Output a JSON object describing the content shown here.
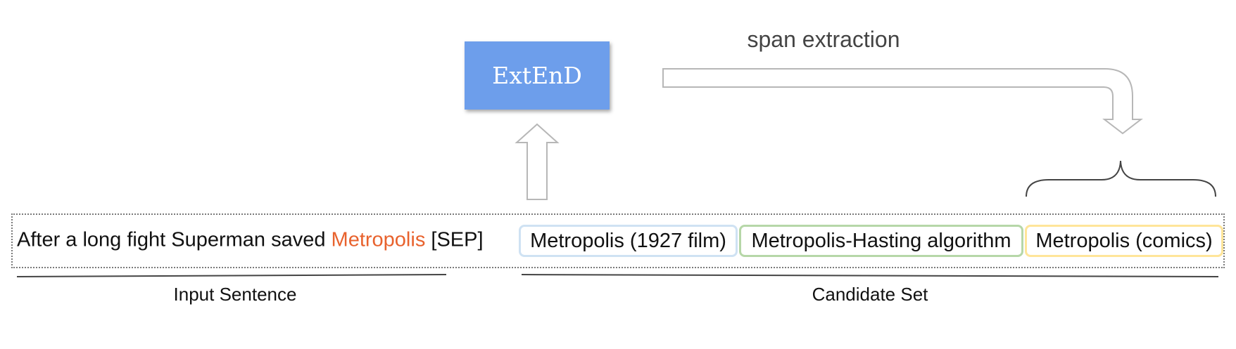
{
  "model": {
    "label": "ExtEnD"
  },
  "span_label": "span extraction",
  "input": {
    "prefix": "After a long fight Superman saved ",
    "mention": "Metropolis",
    "suffix": " [SEP]"
  },
  "candidates": [
    {
      "label": "Metropolis (1927 film)"
    },
    {
      "label": "Metropolis-Hasting algorithm"
    },
    {
      "label": "Metropolis (comics)"
    }
  ],
  "captions": {
    "input": "Input Sentence",
    "candidates": "Candidate Set"
  },
  "colors": {
    "model_box": "#6d9eeb",
    "mention": "#e8622d",
    "candidate_1": "#cfe2f3",
    "candidate_2": "#b6d7a8",
    "candidate_3": "#ffe599",
    "arrow_stroke": "#b7b7b7",
    "underline": "#444444"
  }
}
